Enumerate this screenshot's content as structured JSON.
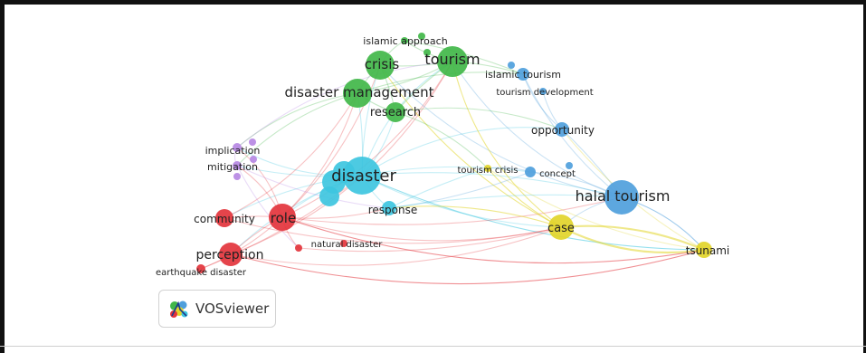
{
  "brand": {
    "name": "VOSviewer"
  },
  "colors": {
    "cluster_red": "#e3343c",
    "cluster_green": "#41b749",
    "cluster_blue": "#4f9fdc",
    "cluster_yellow": "#e2d52a",
    "cluster_purple": "#b688e3",
    "cluster_cyan": "#3ec6e0"
  },
  "nodes": [
    {
      "id": "islamic-approach",
      "label": "islamic approach",
      "cluster": "green"
    },
    {
      "id": "crisis",
      "label": "crisis",
      "cluster": "green"
    },
    {
      "id": "tourism",
      "label": "tourism",
      "cluster": "green"
    },
    {
      "id": "disaster-management",
      "label": "disaster management",
      "cluster": "green"
    },
    {
      "id": "research",
      "label": "research",
      "cluster": "green"
    },
    {
      "id": "islamic-tourism",
      "label": "islamic tourism",
      "cluster": "blue"
    },
    {
      "id": "tourism-development",
      "label": "tourism development",
      "cluster": "blue"
    },
    {
      "id": "opportunity",
      "label": "opportunity",
      "cluster": "blue"
    },
    {
      "id": "concept",
      "label": "concept",
      "cluster": "blue"
    },
    {
      "id": "halal-tourism",
      "label": "halal tourism",
      "cluster": "blue"
    },
    {
      "id": "tourism-crisis",
      "label": "tourism crisis",
      "cluster": "yellow"
    },
    {
      "id": "case",
      "label": "case",
      "cluster": "yellow"
    },
    {
      "id": "tsunami",
      "label": "tsunami",
      "cluster": "yellow"
    },
    {
      "id": "implication",
      "label": "implication",
      "cluster": "purple"
    },
    {
      "id": "mitigation",
      "label": "mitigation",
      "cluster": "purple"
    },
    {
      "id": "disaster",
      "label": "disaster",
      "cluster": "cyan"
    },
    {
      "id": "response",
      "label": "response",
      "cluster": "cyan"
    },
    {
      "id": "community",
      "label": "community",
      "cluster": "red"
    },
    {
      "id": "role",
      "label": "role",
      "cluster": "red"
    },
    {
      "id": "perception",
      "label": "perception",
      "cluster": "red"
    },
    {
      "id": "natural-disaster",
      "label": "natural disaster",
      "cluster": "red"
    },
    {
      "id": "earthquake-disaster",
      "label": "earthquake disaster",
      "cluster": "red"
    }
  ]
}
